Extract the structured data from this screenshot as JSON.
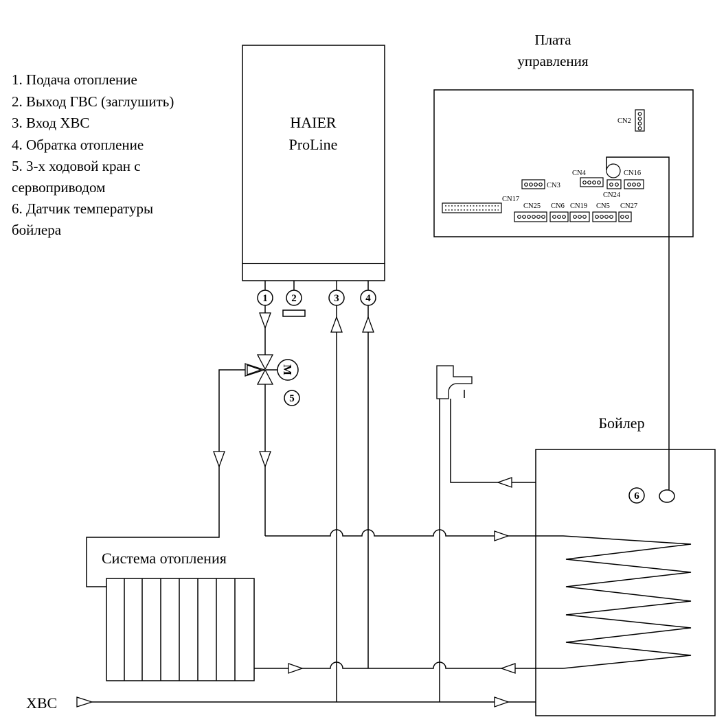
{
  "legend": {
    "items": [
      "1. Подача отопление",
      "2. Выход ГВС (заглушить)",
      "3. Вход ХВС",
      "4. Обратка отопление",
      "5. 3-х ходовой кран с",
      "сервоприводом",
      "6. Датчик температуры",
      "бойлера"
    ]
  },
  "boiler_unit": {
    "line1": "HAIER",
    "line2": "ProLine"
  },
  "control_board": {
    "title_line1": "Плата",
    "title_line2": "управления",
    "connectors": [
      "CN2",
      "CN3",
      "CN4",
      "CN16",
      "CN24",
      "CN17",
      "CN25",
      "CN6",
      "CN19",
      "CN5",
      "CN27"
    ]
  },
  "ports": [
    "1",
    "2",
    "3",
    "4"
  ],
  "valve_marker": "M",
  "valve_number": "5",
  "sensor_number": "6",
  "boiler_tank_label": "Бойлер",
  "heating_system_label": "Система отопления",
  "cold_water_label": "ХВС"
}
